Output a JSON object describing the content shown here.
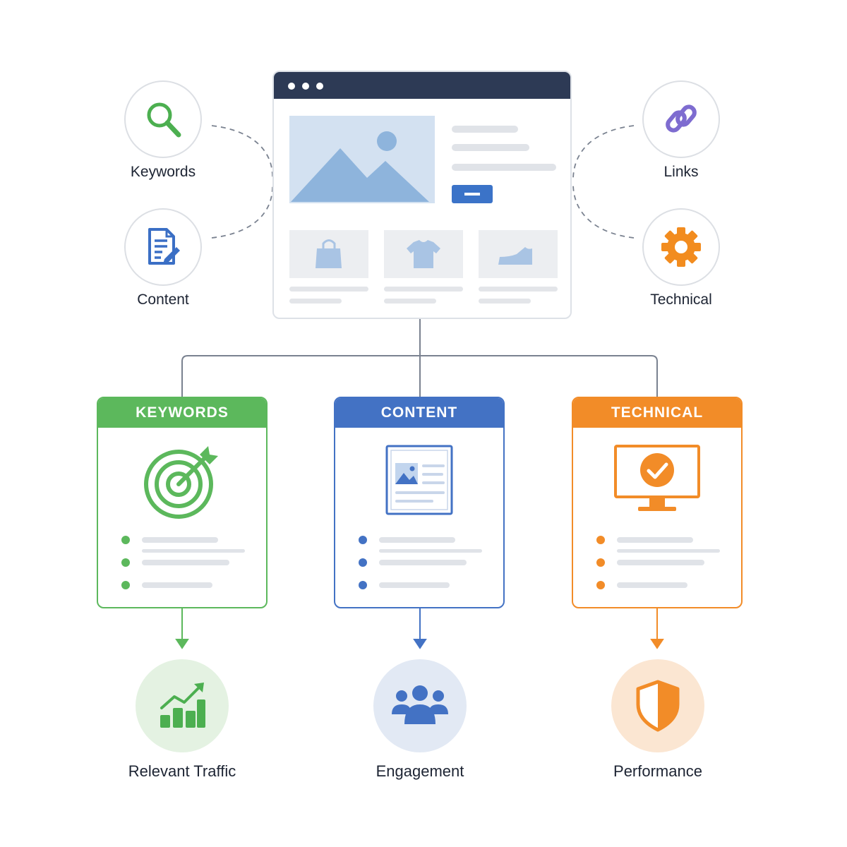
{
  "factors": {
    "keywords": {
      "label": "Keywords",
      "icon": "search-icon",
      "color": "#4caf50"
    },
    "content": {
      "label": "Content",
      "icon": "document-edit-icon",
      "color": "#3b6fc5"
    },
    "links": {
      "label": "Links",
      "icon": "link-icon",
      "color": "#7e6cd0"
    },
    "technical": {
      "label": "Technical",
      "icon": "gear-icon",
      "color": "#f28c1f"
    }
  },
  "pillars": [
    {
      "title": "KEYWORDS",
      "icon": "target-icon",
      "color": "#5cb85c"
    },
    {
      "title": "CONTENT",
      "icon": "article-icon",
      "color": "#4372c4"
    },
    {
      "title": "TECHNICAL",
      "icon": "monitor-check-icon",
      "color": "#f28c28"
    }
  ],
  "outcomes": [
    {
      "label": "Relevant Traffic",
      "icon": "growth-chart-icon",
      "color": "#4caf50",
      "bg": "#e4f2e2"
    },
    {
      "label": "Engagement",
      "icon": "users-icon",
      "color": "#4372c4",
      "bg": "#e2e9f4"
    },
    {
      "label": "Performance",
      "icon": "shield-icon",
      "color": "#f28c28",
      "bg": "#fbe6d2"
    }
  ]
}
